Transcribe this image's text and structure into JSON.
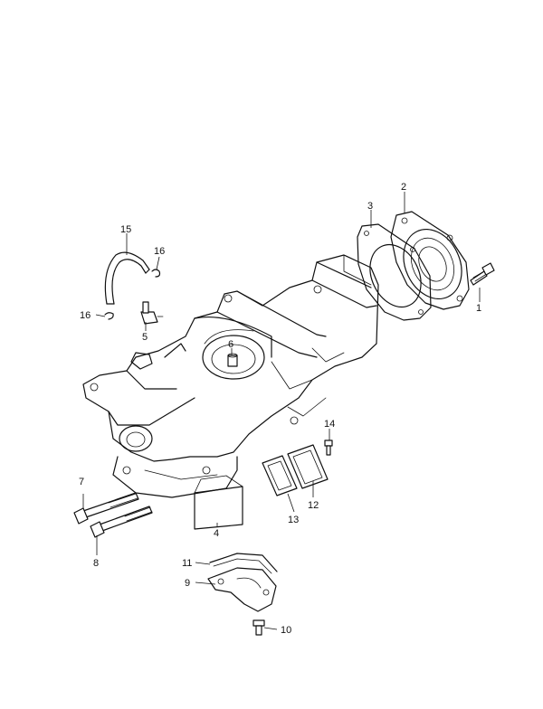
{
  "diagram": {
    "callouts": {
      "p1": "1",
      "p2": "2",
      "p3": "3",
      "p4": "4",
      "p5": "5",
      "p6": "6",
      "p7": "7",
      "p8": "8",
      "p9": "9",
      "p10": "10",
      "p11": "11",
      "p12": "12",
      "p13": "13",
      "p14": "14",
      "p15": "15",
      "p16a": "16",
      "p16b": "16"
    }
  }
}
